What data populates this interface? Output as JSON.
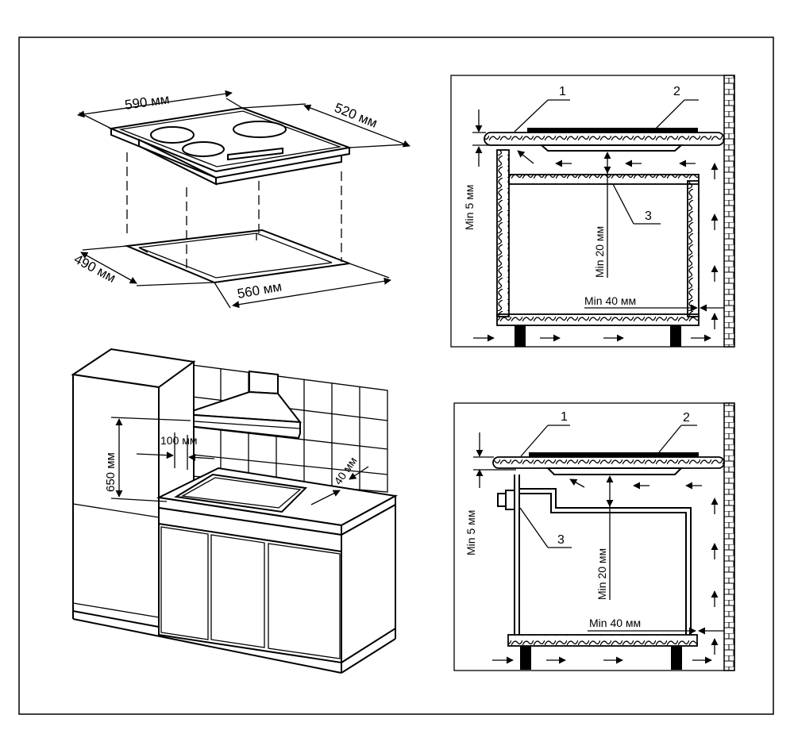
{
  "hob": {
    "width": "590 мм",
    "depth": "520 мм",
    "cutout_depth": "490 мм",
    "cutout_width": "560 мм"
  },
  "kitchen": {
    "hood_height": "650 мм",
    "side_gap": "100 мм",
    "back_gap": "40 мм"
  },
  "section_top": {
    "callout_1": "1",
    "callout_2": "2",
    "callout_3": "3",
    "min_gap_top": "Min 5 мм",
    "min_gap_middle": "Min 20 мм",
    "min_gap_bottom": "Min 40 мм"
  },
  "section_bottom": {
    "callout_1": "1",
    "callout_2": "2",
    "callout_3": "3",
    "min_gap_top": "Min 5 мм",
    "min_gap_middle": "Min 20 мм",
    "min_gap_bottom": "Min 40 мм"
  }
}
